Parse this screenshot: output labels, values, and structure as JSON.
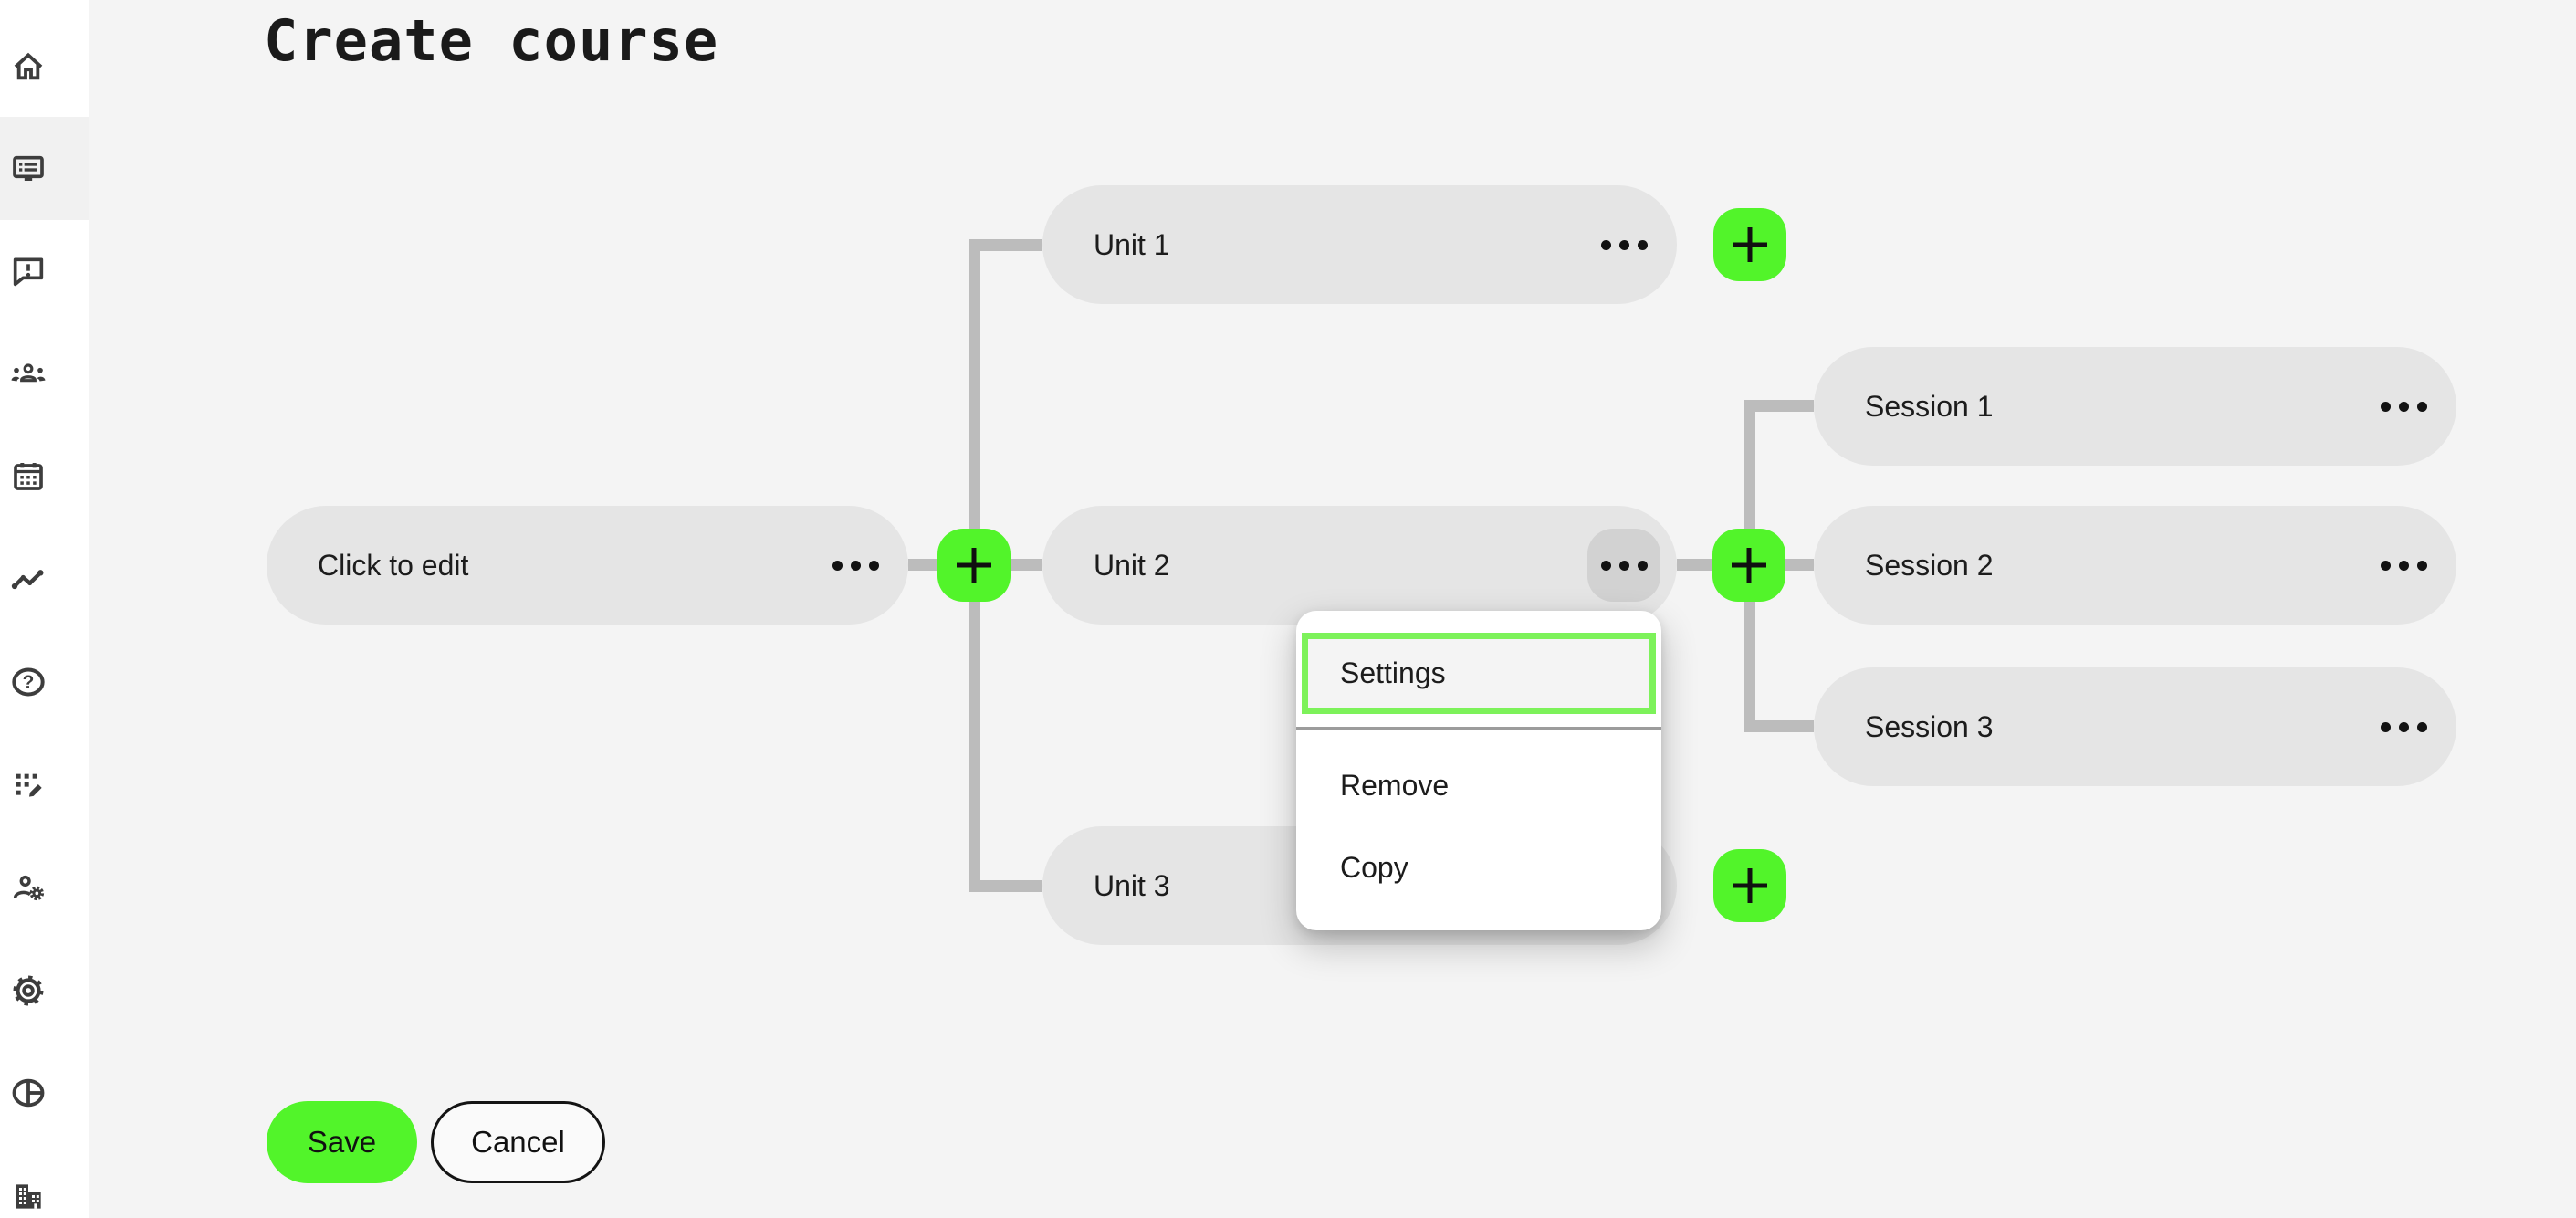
{
  "page": {
    "title": "Create course"
  },
  "colors": {
    "accent_green": "#52f42a",
    "focus_ring_green": "#7df25a",
    "node_gray": "#e5e5e5",
    "connector_gray": "#bcbcbc",
    "canvas_gray": "#f4f4f4"
  },
  "sidebar": {
    "selected_index": 1,
    "items": [
      {
        "icon": "home-icon"
      },
      {
        "icon": "course-board-icon"
      },
      {
        "icon": "feedback-icon"
      },
      {
        "icon": "groups-icon"
      },
      {
        "icon": "calendar-icon"
      },
      {
        "icon": "trending-icon"
      },
      {
        "icon": "help-icon"
      },
      {
        "icon": "registration-icon"
      },
      {
        "icon": "manage-accounts-icon"
      },
      {
        "icon": "settings-gear-icon"
      },
      {
        "icon": "pie-chart-icon"
      },
      {
        "icon": "building-icon"
      }
    ]
  },
  "tree": {
    "root": {
      "label": "Click to edit"
    },
    "units": [
      {
        "label": "Unit 1"
      },
      {
        "label": "Unit 2"
      },
      {
        "label": "Unit 3"
      }
    ],
    "sessions": [
      {
        "label": "Session 1"
      },
      {
        "label": "Session 2"
      },
      {
        "label": "Session 3"
      }
    ]
  },
  "context_menu": {
    "items": [
      {
        "label": "Settings",
        "state": "focused"
      },
      {
        "label": "Remove",
        "state": "default"
      },
      {
        "label": "Copy",
        "state": "default"
      }
    ]
  },
  "footer_actions": {
    "save": "Save",
    "cancel": "Cancel"
  }
}
